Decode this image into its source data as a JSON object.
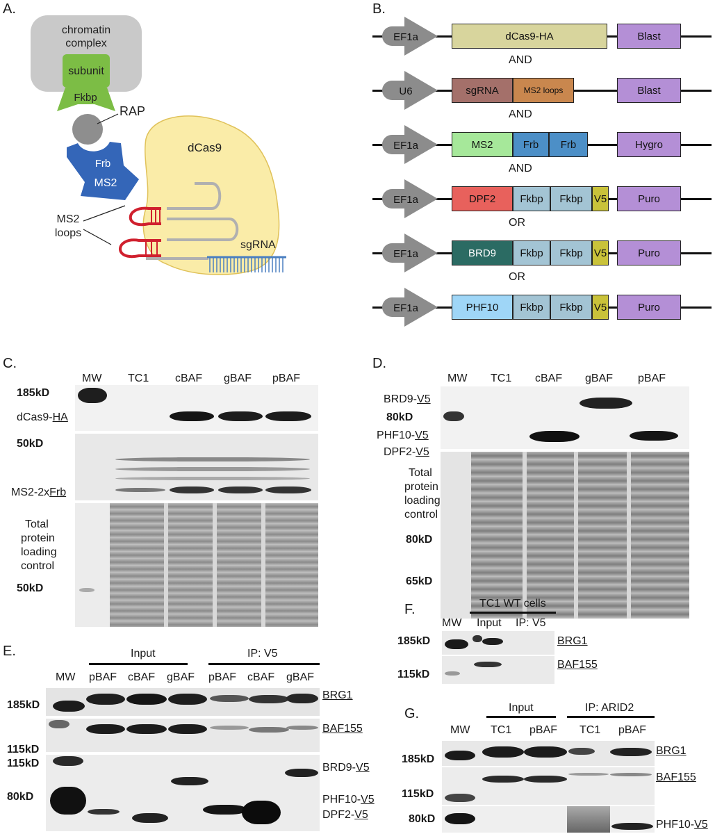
{
  "panel_a": {
    "label": "A.",
    "chromatin": "chromatin",
    "complex": "complex",
    "subunit": "subunit",
    "fkbp": "Fkbp",
    "rap": "RAP",
    "frb": "Frb",
    "ms2": "MS2",
    "dcas9": "dCas9",
    "ms2_loops_1": "MS2",
    "ms2_loops_2": "loops",
    "sgrna": "sgRNA"
  },
  "panel_b": {
    "label": "B.",
    "connectors": [
      "AND",
      "AND",
      "AND",
      "OR",
      "OR"
    ],
    "constructs": [
      {
        "promoter": "EF1a",
        "parts": [
          {
            "text": "dCas9-HA",
            "color": "#d8d59d"
          }
        ],
        "marker": "Blast"
      },
      {
        "promoter": "U6",
        "parts": [
          {
            "text": "sgRNA",
            "color": "#a4706a"
          },
          {
            "text": "MS2 loops",
            "color": "#c9874e"
          }
        ],
        "marker": "Blast"
      },
      {
        "promoter": "EF1a",
        "parts": [
          {
            "text": "MS2",
            "color": "#a6e89a"
          },
          {
            "text": "Frb",
            "color": "#4c8fc7"
          },
          {
            "text": "Frb",
            "color": "#4c8fc7"
          }
        ],
        "marker": "Hygro"
      },
      {
        "promoter": "EF1a",
        "parts": [
          {
            "text": "DPF2",
            "color": "#e8615c"
          },
          {
            "text": "Fkbp",
            "color": "#a3c4d4"
          },
          {
            "text": "Fkbp",
            "color": "#a3c4d4"
          },
          {
            "text": "V5",
            "color": "#c9c23a"
          }
        ],
        "marker": "Puro"
      },
      {
        "promoter": "EF1a",
        "parts": [
          {
            "text": "BRD9",
            "color": "#2b6b63"
          },
          {
            "text": "Fkbp",
            "color": "#a3c4d4"
          },
          {
            "text": "Fkbp",
            "color": "#a3c4d4"
          },
          {
            "text": "V5",
            "color": "#c9c23a"
          }
        ],
        "marker": "Puro"
      },
      {
        "promoter": "EF1a",
        "parts": [
          {
            "text": "PHF10",
            "color": "#9fd6f7"
          },
          {
            "text": "Fkbp",
            "color": "#a3c4d4"
          },
          {
            "text": "Fkbp",
            "color": "#a3c4d4"
          },
          {
            "text": "V5",
            "color": "#c9c23a"
          }
        ],
        "marker": "Puro"
      }
    ],
    "marker_color": "#b48fd6",
    "promoter_color": "#8c8c8c"
  },
  "panel_c": {
    "label": "C.",
    "lanes": [
      "MW",
      "TC1",
      "cBAF",
      "gBAF",
      "pBAF"
    ],
    "mw_185": "185kD",
    "dcas9_prefix": "dCas9-",
    "dcas9_ul": "HA",
    "mw_50a": "50kD",
    "ms2_prefix": "MS2-2x",
    "ms2_ul": "Frb",
    "total1": "Total",
    "total2": "protein",
    "total3": "loading",
    "total4": "control",
    "mw_50b": "50kD"
  },
  "panel_d": {
    "label": "D.",
    "lanes": [
      "MW",
      "TC1",
      "cBAF",
      "gBAF",
      "pBAF"
    ],
    "brd9_prefix": "BRD9-",
    "brd9_ul": "V5",
    "mw_80a": "80kD",
    "phf10_prefix": "PHF10-",
    "phf10_ul": "V5",
    "dpf2_prefix": "DPF2-",
    "dpf2_ul": "V5",
    "total1": "Total",
    "total2": "protein",
    "total3": "loading",
    "total4": "control",
    "mw_80b": "80kD",
    "mw_65": "65kD"
  },
  "panel_e": {
    "label": "E.",
    "input": "Input",
    "ip": "IP: V5",
    "lanes": [
      "MW",
      "pBAF",
      "cBAF",
      "gBAF",
      "pBAF",
      "cBAF",
      "gBAF"
    ],
    "mw_185": "185kD",
    "mw_115a": "115kD",
    "mw_115b": "115kD",
    "mw_80": "80kD",
    "brg1": "BRG1",
    "baf155": "BAF155",
    "brd9_prefix": "BRD9-",
    "brd9_ul": "V5",
    "phf10_prefix": "PHF10-",
    "phf10_ul": "V5",
    "dpf2_prefix": "DPF2-",
    "dpf2_ul": "V5"
  },
  "panel_f": {
    "label": "F.",
    "header": "TC1 WT cells",
    "lanes": [
      "MW",
      "Input",
      "IP: V5"
    ],
    "mw_185": "185kD",
    "mw_115": "115kD",
    "brg1": "BRG1",
    "baf155": "BAF155"
  },
  "panel_g": {
    "label": "G.",
    "input": "Input",
    "ip": "IP: ARID2",
    "lanes": [
      "MW",
      "TC1",
      "pBAF",
      "TC1",
      "pBAF"
    ],
    "mw_185": "185kD",
    "mw_115": "115kD",
    "mw_80": "80kD",
    "brg1": "BRG1",
    "baf155": "BAF155",
    "phf10_prefix": "PHF10-",
    "phf10_ul": "V5"
  }
}
